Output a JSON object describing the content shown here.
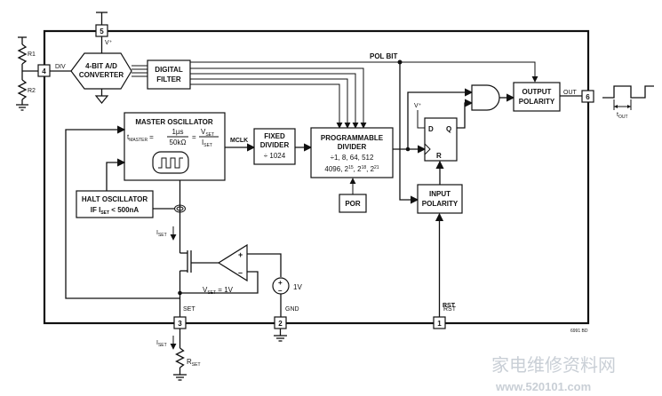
{
  "blocks": {
    "adc": [
      "4-BIT A/D",
      "CONVERTER"
    ],
    "digital_filter": [
      "DIGITAL",
      "FILTER"
    ],
    "master_osc": {
      "title": "MASTER OSCILLATOR",
      "formula_lhs": "t",
      "formula_lhs_sub": "MASTER",
      "formula_eq": "=",
      "frac1_num": "1µs",
      "frac1_den": "50kΩ",
      "frac2_num": "V",
      "frac2_num_sub": "SET",
      "frac2_den": "I",
      "frac2_den_sub": "SET"
    },
    "fixed_divider": [
      "FIXED",
      "DIVIDER",
      "÷ 1024"
    ],
    "prog_divider": {
      "title": [
        "PROGRAMMABLE",
        "DIVIDER"
      ],
      "line1": "÷1, 8, 64, 512",
      "line2_parts": [
        "4096, 2",
        "15",
        ", 2",
        "18",
        ", 2",
        "21"
      ]
    },
    "por": "POR",
    "halt_osc": [
      "HALT OSCILLATOR",
      "IF I",
      "SET",
      " < 500nA"
    ],
    "input_polarity": [
      "INPUT",
      "POLARITY"
    ],
    "output_polarity": [
      "OUTPUT",
      "POLARITY"
    ],
    "flipflop": {
      "d": "D",
      "q": "Q",
      "r": "R"
    }
  },
  "pins": [
    {
      "number": "4",
      "label": "DIV"
    },
    {
      "number": "5",
      "label": "V⁺"
    },
    {
      "number": "6",
      "label": "OUT"
    },
    {
      "number": "3",
      "label": "SET"
    },
    {
      "number": "2",
      "label": "GND"
    },
    {
      "number": "1",
      "label": "RST"
    }
  ],
  "labels": {
    "r1": "R1",
    "r2": "R2",
    "pol_bit": "POL BIT",
    "mclk": "MCLK",
    "vplus_ff": "V⁺",
    "iset_top": "I",
    "iset_top_sub": "SET",
    "iset_bottom": "I",
    "iset_bottom_sub": "SET",
    "vset_eq": "V",
    "vset_eq_sub": "SET",
    "vset_eq_rest": " = 1V",
    "one_volt": "1V",
    "rset": "R",
    "rset_sub": "SET",
    "tout": "t",
    "tout_sub": "OUT",
    "opamp_plus": "+",
    "opamp_minus": "–",
    "figure_code": "6991 BD"
  },
  "watermark": {
    "cn": "家电维修资料网",
    "url": "www.520101.com"
  }
}
